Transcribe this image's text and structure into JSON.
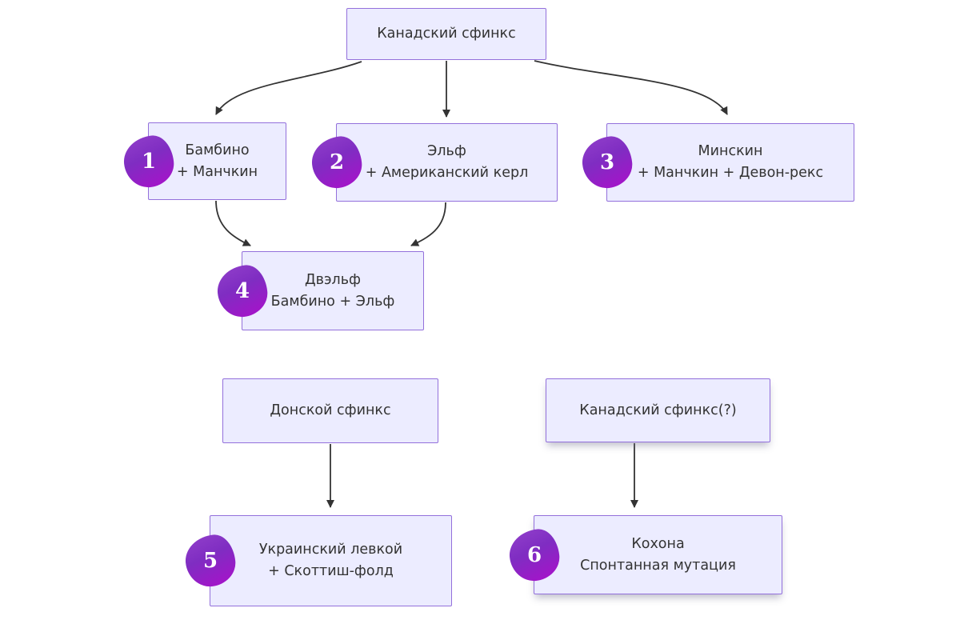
{
  "diagram": {
    "type": "flowchart",
    "language": "ru",
    "topic": "Sphynx cat breed derivations",
    "colors": {
      "canvas_bg": "#ffffff",
      "node_fill": "#ECECFF",
      "node_border": "#9370DB",
      "text_color": "#333333",
      "arrow_color": "#333333",
      "badge_from": "#8E3CC9",
      "badge_mid": "#7F2DC2",
      "badge_to": "#A414C9",
      "badge_text": "#ffffff"
    },
    "nodes": [
      {
        "id": "canadian-sphynx",
        "badge": null,
        "lines": [
          "Канадский сфинкс"
        ]
      },
      {
        "id": "bambino",
        "badge": "1",
        "lines": [
          "Бамбино",
          "+ Манчкин"
        ]
      },
      {
        "id": "elf",
        "badge": "2",
        "lines": [
          "Эльф",
          "+ Американский керл"
        ]
      },
      {
        "id": "minskin",
        "badge": "3",
        "lines": [
          "Минскин",
          "+ Манчкин + Девон-рекс"
        ]
      },
      {
        "id": "dwelf",
        "badge": "4",
        "lines": [
          "Двэльф",
          "Бамбино + Эльф"
        ]
      },
      {
        "id": "donskoy-sphynx",
        "badge": null,
        "lines": [
          "Донской сфинкс"
        ]
      },
      {
        "id": "ukrainian-levkoy",
        "badge": "5",
        "lines": [
          "Украинский левкой",
          "+ Скоттиш-фолд"
        ]
      },
      {
        "id": "canadian-sphynx-question",
        "badge": null,
        "lines": [
          "Канадский сфинкс(?)"
        ]
      },
      {
        "id": "kohona",
        "badge": "6",
        "lines": [
          "Кохона",
          "Спонтанная мутация"
        ]
      }
    ],
    "edges": [
      {
        "from": "canadian-sphynx",
        "to": "bambino"
      },
      {
        "from": "canadian-sphynx",
        "to": "elf"
      },
      {
        "from": "canadian-sphynx",
        "to": "minskin"
      },
      {
        "from": "bambino",
        "to": "dwelf"
      },
      {
        "from": "elf",
        "to": "dwelf"
      },
      {
        "from": "donskoy-sphynx",
        "to": "ukrainian-levkoy"
      },
      {
        "from": "canadian-sphynx-question",
        "to": "kohona"
      }
    ]
  }
}
